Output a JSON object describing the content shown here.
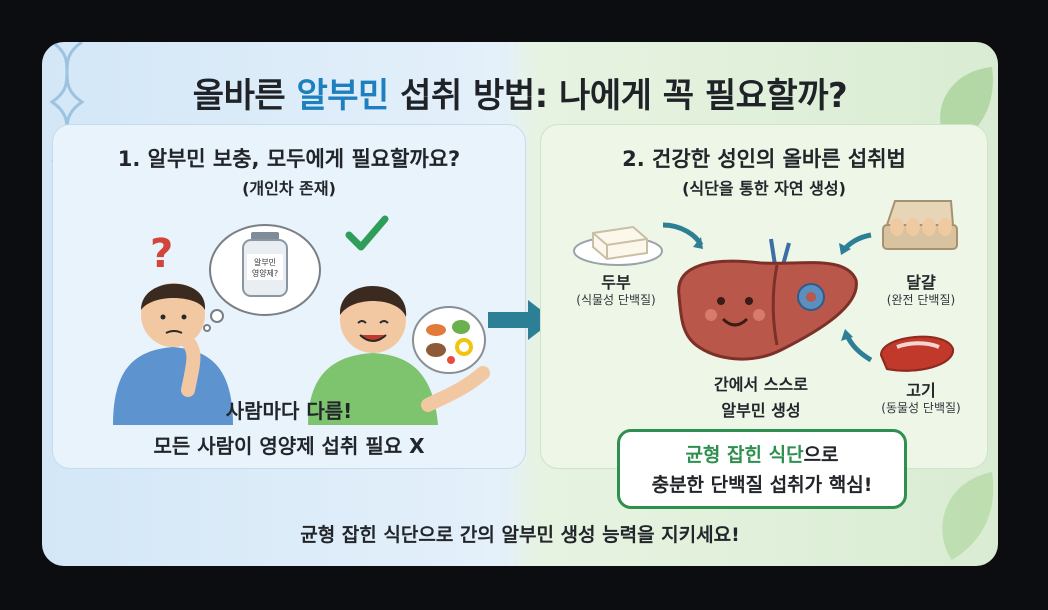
{
  "headline": {
    "pre": "올바른 ",
    "accent": "알부민",
    "post": " 섭취 방법: 나에게 꼭 필요할까?"
  },
  "left_panel": {
    "title": "1. 알부민 보충, 모두에게 필요할까요?",
    "subtitle": "(개인차 존재)",
    "bottle_label_1": "알부민",
    "bottle_label_2": "영양제?",
    "question_mark": "?",
    "conclusion_1": "사람마다 다름!",
    "conclusion_2": "모든 사람이 영양제 섭취 필요 X"
  },
  "right_panel": {
    "title": "2. 건강한 성인의 올바른 섭취법",
    "subtitle": "(식단을 통한 자연 생성)",
    "tofu": {
      "name": "두부",
      "sub": "(식물성 단백질)"
    },
    "egg": {
      "name": "달걀",
      "sub": "(완전 단백질)"
    },
    "meat": {
      "name": "고기",
      "sub": "(동물성 단백질)"
    },
    "liver_1": "간에서 스스로",
    "liver_2": "알부민 생성",
    "callout_hl": "균형 잡힌 식단",
    "callout_rest": "으로",
    "callout_2": "충분한 단백질 섭취가 핵심!"
  },
  "bottom_text": "균형 잡힌 식단으로 간의 알부민 생성 능력을 지키세요!",
  "colors": {
    "accent_blue": "#1d7fbf",
    "accent_green": "#2f8f4f",
    "arrow": "#2d7f96"
  }
}
